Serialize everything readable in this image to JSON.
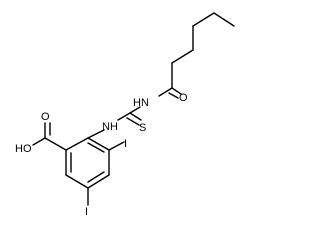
{
  "molecule": {
    "atoms": {
      "carbonyl_o": "O",
      "amide_n_upper": "HN",
      "thione_s": "S",
      "amide_n_lower": "NH",
      "acid_oh": "HO",
      "acid_o": "O",
      "iodine_ring": "I",
      "iodine_bottom": "I"
    }
  }
}
